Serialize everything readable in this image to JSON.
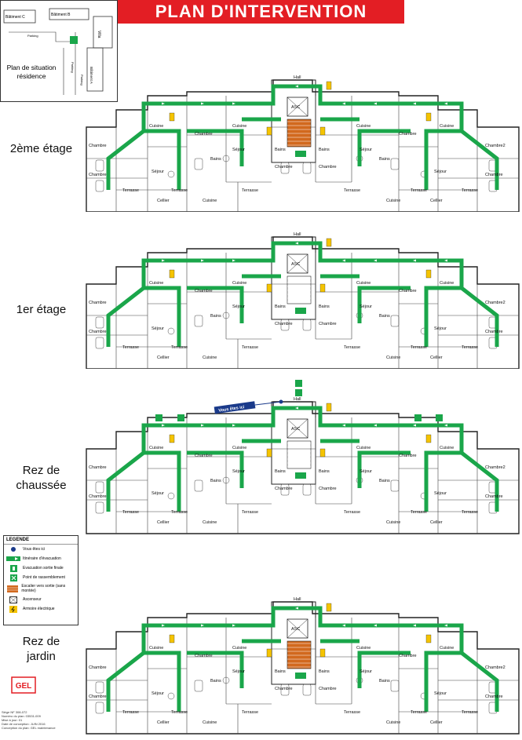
{
  "title": "PLAN D'INTERVENTION",
  "site_map": {
    "labels": [
      "Bâtiment C",
      "Bâtiment B",
      "Villa",
      "Parking",
      "Parking",
      "Bâtiment A",
      "Parking",
      "Parking"
    ],
    "caption": "Plan de situation résidence"
  },
  "floors": [
    {
      "label_line1": "2ème étage",
      "label_line2": "",
      "you_are_here": false
    },
    {
      "label_line1": "1er étage",
      "label_line2": "",
      "you_are_here": false
    },
    {
      "label_line1": "Rez de",
      "label_line2": "chaussée",
      "you_are_here": true
    },
    {
      "label_line1": "Rez de",
      "label_line2": "jardin",
      "you_are_here": false
    }
  ],
  "rooms": {
    "hall": "Hall",
    "asc": "ASC",
    "chambre": "Chambre",
    "chambre2": "Chambre2",
    "cuisine": "Cuisine",
    "sejour": "Séjour",
    "bains": "Bains",
    "terrasse": "Terrasse",
    "cellier": "Cellier"
  },
  "you_are_here_label": "Vous êtes ici",
  "legend": {
    "title": "LEGENDE",
    "items": [
      {
        "text": "Vous êtes ici",
        "icon": "location-dot-icon"
      },
      {
        "text": "Itinéraire d'évacuation",
        "icon": "evacuation-arrow-icon"
      },
      {
        "text": "Evacuation sortie finale",
        "icon": "exit-sign-icon"
      },
      {
        "text": "Point de rassemblement",
        "icon": "assembly-point-icon"
      },
      {
        "text": "Escalier vers sortie (sans montée)",
        "icon": "stairs-icon"
      },
      {
        "text": "Ascenseur",
        "icon": "elevator-icon"
      },
      {
        "text": "Armoire électrique",
        "icon": "electrical-cabinet-icon"
      }
    ]
  },
  "company": {
    "logo": "GEL",
    "lines": [
      "Siège NF 308-072",
      "Numéro du plan: 03531-009",
      "Mise à jour: 01",
      "Date de conception: JUIN 2016",
      "Conception du plan: GEL maintenance"
    ]
  },
  "colors": {
    "accent_red": "#e31e24",
    "evacuation_green": "#1aa64a",
    "stairs_orange": "#d2691e",
    "electrical_yellow": "#f5c400",
    "navy": "#1a3a8a"
  }
}
